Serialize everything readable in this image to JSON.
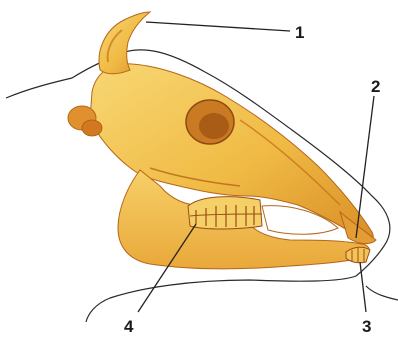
{
  "labels": {
    "horn_core": "1",
    "incisive_bone": "2",
    "incisor_teeth": "3",
    "molar_teeth": "4"
  },
  "colors": {
    "bone_light": "#f7d572",
    "bone_mid": "#eeb33a",
    "bone_dark": "#c8741a",
    "shadow": "#9a4e12",
    "outline": "#2a2a2a"
  }
}
